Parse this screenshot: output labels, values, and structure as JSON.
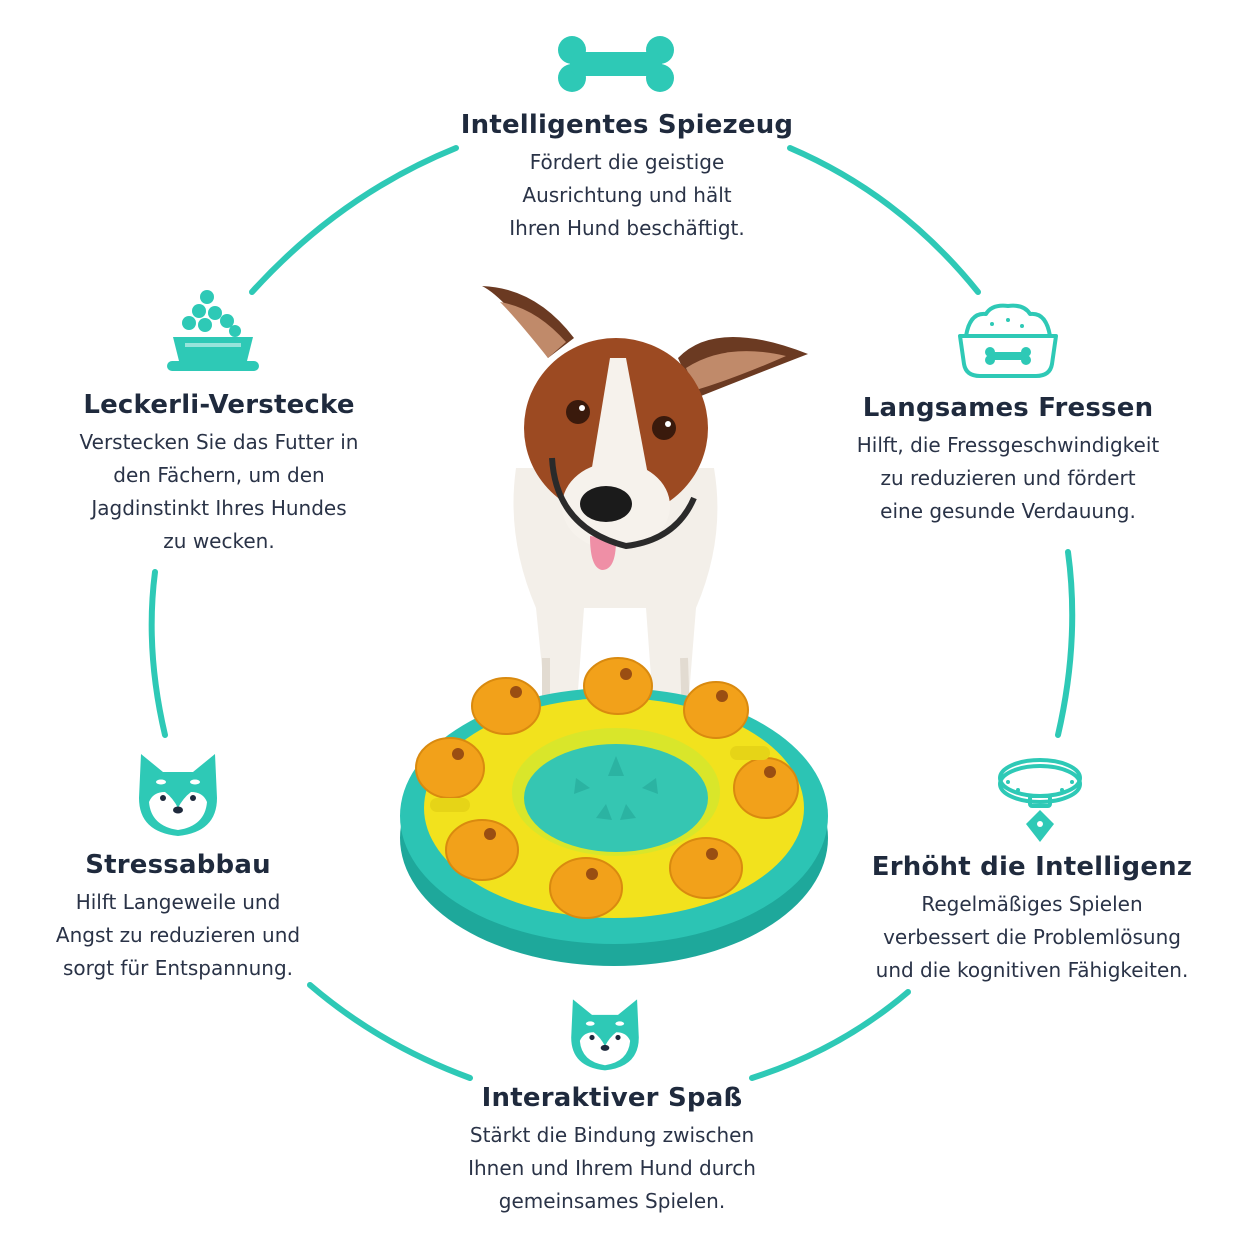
{
  "colors": {
    "accent": "#2ec9b6",
    "heading": "#1f2a3d",
    "body_text": "#2a3347",
    "tray_outer": "#27c2b3",
    "tray_yellow": "#f2e21d",
    "tray_cup": "#f2a11a"
  },
  "features": {
    "top": {
      "icon": "bone-icon",
      "title": "Intelligentes Spiezeug",
      "text": "Fördert die geistige\nAusrichtung und hält\nIhren Hund beschäftigt."
    },
    "upper_left": {
      "icon": "treat-bowl-icon",
      "title": "Leckerli-Verstecke",
      "text": "Verstecken Sie das Futter in\nden Fächern, um den\nJagdinstinkt Ihres Hundes\nzu wecken."
    },
    "upper_right": {
      "icon": "food-bowl-icon",
      "title": "Langsames Fressen",
      "text": "Hilft, die Fressgeschwindigkeit\nzu reduzieren und fördert\neine gesunde Verdauung."
    },
    "lower_left": {
      "icon": "shiba-dog-icon",
      "title": "Stressabbau",
      "text": "Hilft Langeweile und\nAngst zu reduzieren und\nsorgt für Entspannung."
    },
    "lower_right": {
      "icon": "collar-icon",
      "title": "Erhöht die Intelligenz",
      "text": "Regelmäßiges Spielen\nverbessert die Problemlösung\nund die kognitiven Fähigkeiten."
    },
    "bottom": {
      "icon": "shiba-dog-icon",
      "title": "Interaktiver Spaß",
      "text": "Stärkt die Bindung zwischen\nIhnen und Ihrem Hund durch\ngemeinsames Spielen."
    }
  },
  "center_image": "dog-with-puzzle-feeder-illustration"
}
